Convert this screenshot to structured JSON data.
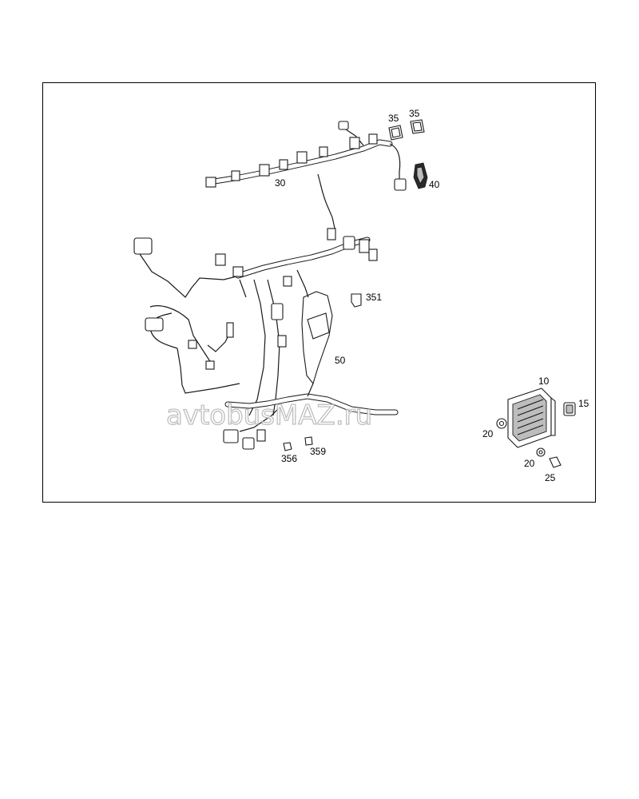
{
  "diagram": {
    "callouts": [
      {
        "id": "c30",
        "text": "30"
      },
      {
        "id": "c35a",
        "text": "35"
      },
      {
        "id": "c35b",
        "text": "35"
      },
      {
        "id": "c40",
        "text": "40"
      },
      {
        "id": "c351",
        "text": "351"
      },
      {
        "id": "c50",
        "text": "50"
      },
      {
        "id": "c10",
        "text": "10"
      },
      {
        "id": "c15",
        "text": "15"
      },
      {
        "id": "c20a",
        "text": "20"
      },
      {
        "id": "c20b",
        "text": "20"
      },
      {
        "id": "c25",
        "text": "25"
      },
      {
        "id": "c356",
        "text": "356"
      },
      {
        "id": "c359",
        "text": "359"
      }
    ]
  },
  "watermark": {
    "text": "avtobusMAZ.ru"
  }
}
